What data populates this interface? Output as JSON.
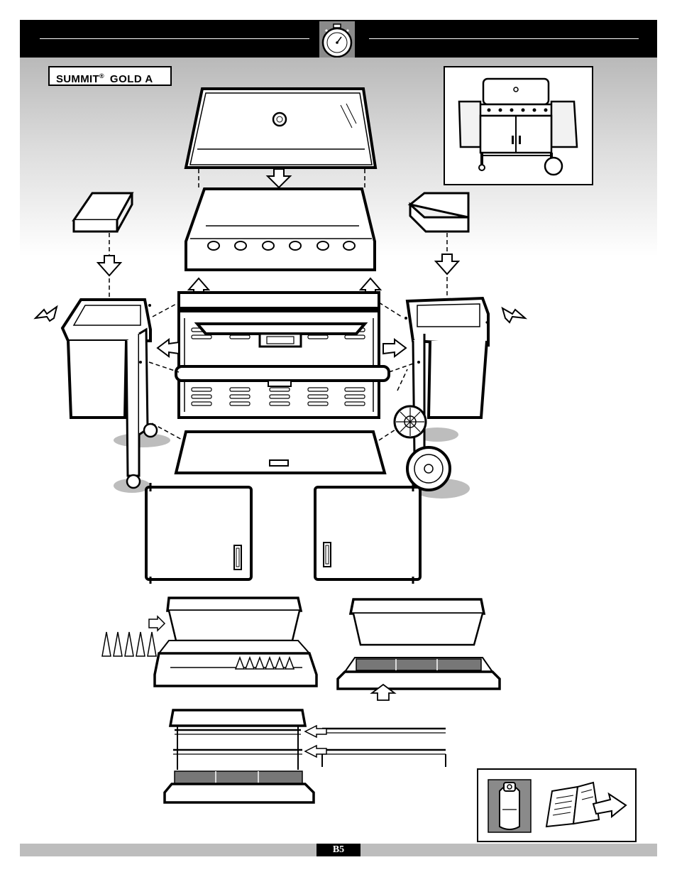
{
  "model": {
    "brand": "SUMMIT",
    "mark": "®",
    "name": "GOLD  A"
  },
  "footer": {
    "page_number": "B5"
  },
  "icons": {
    "header": "stopwatch-icon",
    "notice_left": "propane-tank-icon",
    "notice_right": "owners-guide-icon"
  }
}
